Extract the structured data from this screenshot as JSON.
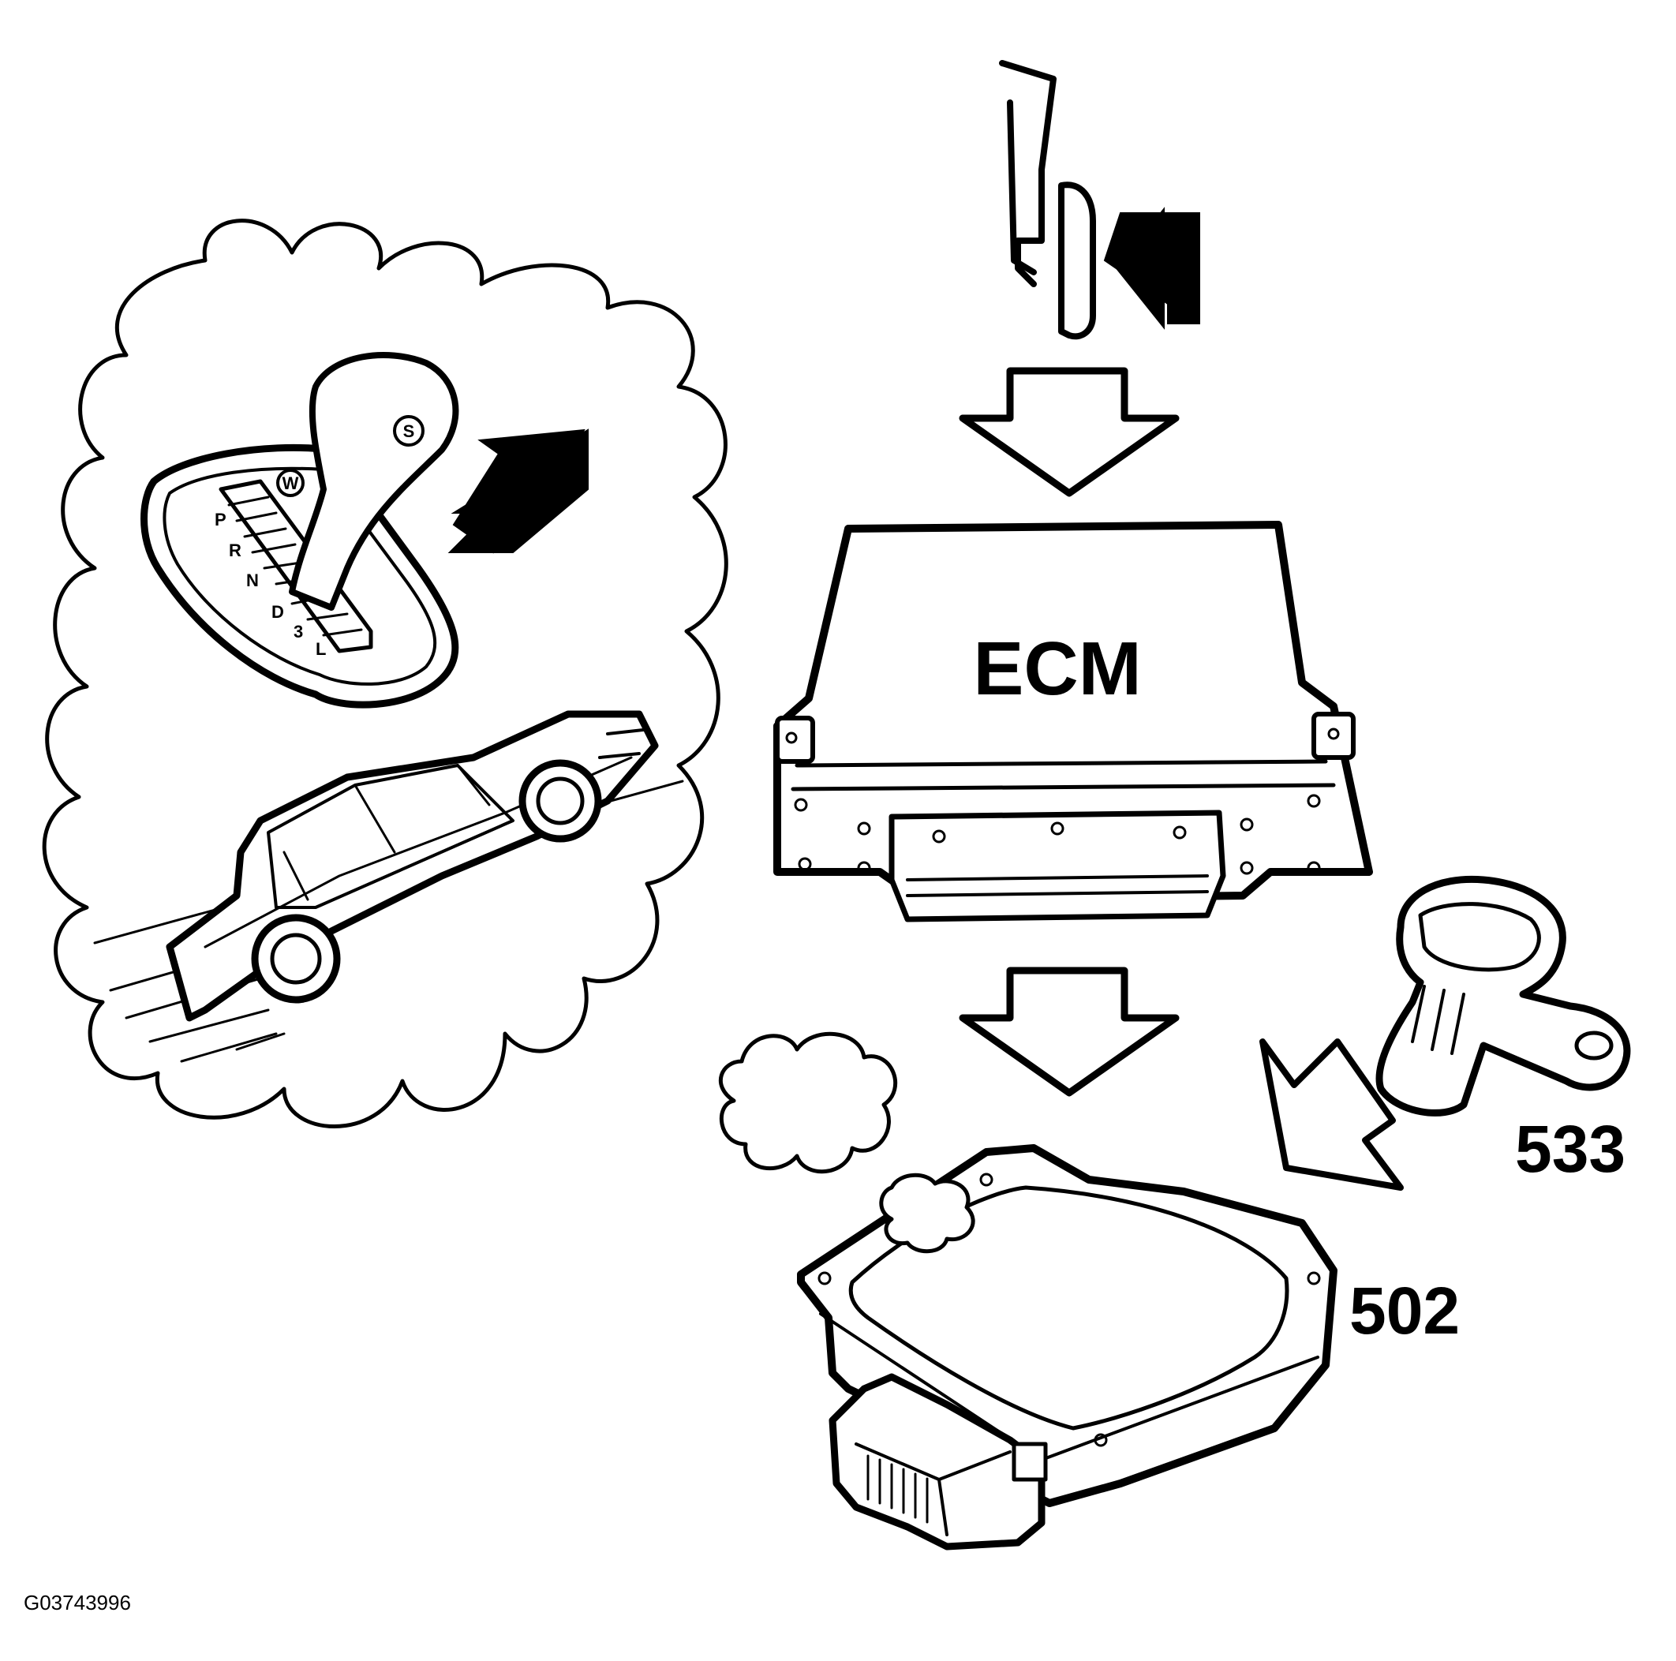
{
  "diagram": {
    "ecm_label": "ECM",
    "callout_502": "502",
    "callout_533": "533",
    "figure_ref": "G03743996",
    "selector_mode_s": "S",
    "selector_mode_w": "W",
    "gear_positions": [
      "P",
      "R",
      "N",
      "D",
      "3",
      "L"
    ]
  },
  "colors": {
    "line": "#000000",
    "background": "#ffffff"
  }
}
